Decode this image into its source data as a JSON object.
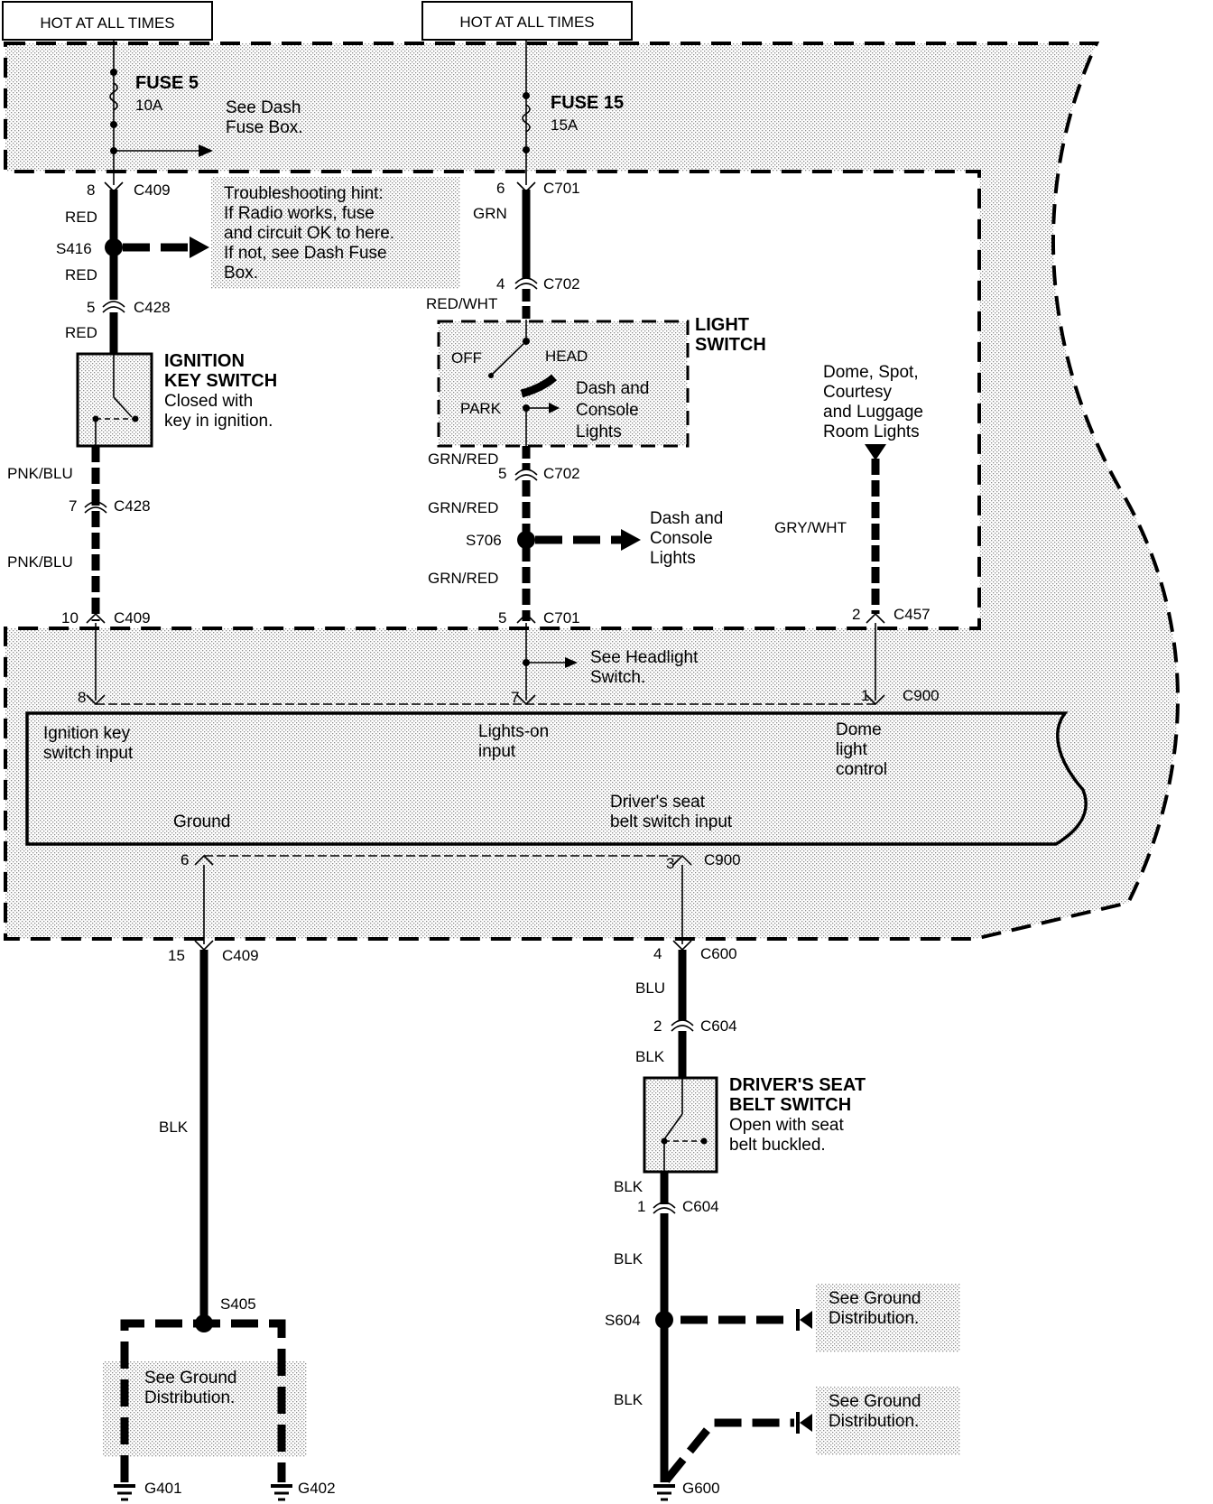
{
  "diagram": {
    "power_labels": [
      "HOT AT ALL TIMES",
      "HOT AT ALL TIMES"
    ],
    "fuse5": {
      "name": "FUSE 5",
      "rating": "10A"
    },
    "fuse15": {
      "name": "FUSE 15",
      "rating": "15A"
    },
    "see_dash_fuse_box": [
      "See Dash",
      "Fuse Box."
    ],
    "troubleshooting": [
      "Troubleshooting hint:",
      "If Radio works, fuse",
      "and circuit OK to here.",
      "If not, see Dash Fuse",
      "Box."
    ],
    "left_circuit": {
      "c409_top_pin": "8",
      "c409_top": "C409",
      "wire_red_1": "RED",
      "s416": "S416",
      "wire_red_2": "RED",
      "c428_top_pin": "5",
      "c428_top": "C428",
      "wire_red_3": "RED",
      "ignition_title": [
        "IGNITION",
        "KEY SWITCH"
      ],
      "ignition_desc": [
        "Closed with",
        "key in ignition."
      ],
      "wire_pnkblu_1": "PNK/BLU",
      "c428_bot_pin": "7",
      "c428_bot": "C428",
      "wire_pnkblu_2": "PNK/BLU",
      "c409_bot_pin": "10",
      "c409_bot": "C409"
    },
    "middle_circuit": {
      "c701_top_pin": "6",
      "c701_top": "C701",
      "wire_grn": "GRN",
      "c702_top_pin": "4",
      "c702_top": "C702",
      "wire_redwht": "RED/WHT",
      "light_switch_title": [
        "LIGHT",
        "SWITCH"
      ],
      "pos_off": "OFF",
      "pos_head": "HEAD",
      "pos_park": "PARK",
      "dash_console_1": [
        "Dash and",
        "Console",
        "Lights"
      ],
      "wire_grnred_1": "GRN/RED",
      "c702_bot_pin": "5",
      "c702_bot": "C702",
      "wire_grnred_2": "GRN/RED",
      "s706": "S706",
      "dash_console_2": [
        "Dash and",
        "Console",
        "Lights"
      ],
      "wire_grnred_3": "GRN/RED",
      "c701_bot_pin": "5",
      "c701_bot": "C701"
    },
    "right_circuit": {
      "dome_lights": [
        "Dome, Spot,",
        "Courtesy",
        "and Luggage",
        "Room Lights"
      ],
      "wire_grywht": "GRY/WHT",
      "c457_pin": "2",
      "c457": "C457"
    },
    "module": {
      "c900_pins_top": [
        "8",
        "7",
        "1"
      ],
      "c900_top": "C900",
      "see_headlight": [
        "See Headlight",
        "Switch."
      ],
      "ignition_input": [
        "Ignition key",
        "switch input"
      ],
      "lights_on_input": [
        "Lights-on",
        "input"
      ],
      "dome_control": [
        "Dome",
        "light",
        "control"
      ],
      "seat_belt_input": [
        "Driver's seat",
        "belt switch input"
      ],
      "ground": "Ground",
      "c900_pins_bot": [
        "6",
        "3"
      ],
      "c900_bot": "C900"
    },
    "ground_left": {
      "c409_pin": "15",
      "c409": "C409",
      "wire_blk": "BLK",
      "s405": "S405",
      "see_ground": [
        "See Ground",
        "Distribution."
      ],
      "g401": "G401",
      "g402": "G402"
    },
    "ground_right": {
      "c600_pin": "4",
      "c600": "C600",
      "wire_blu": "BLU",
      "c604_top_pin": "2",
      "c604_top": "C604",
      "wire_blk_1": "BLK",
      "belt_title": [
        "DRIVER'S SEAT",
        "BELT SWITCH"
      ],
      "belt_desc": [
        "Open with seat",
        "belt buckled."
      ],
      "wire_blk_2": "BLK",
      "c604_bot_pin": "1",
      "c604_bot": "C604",
      "wire_blk_3": "BLK",
      "s604": "S604",
      "see_ground_1": [
        "See Ground",
        "Distribution."
      ],
      "wire_blk_4": "BLK",
      "see_ground_2": [
        "See Ground",
        "Distribution."
      ],
      "g600": "G600"
    }
  }
}
